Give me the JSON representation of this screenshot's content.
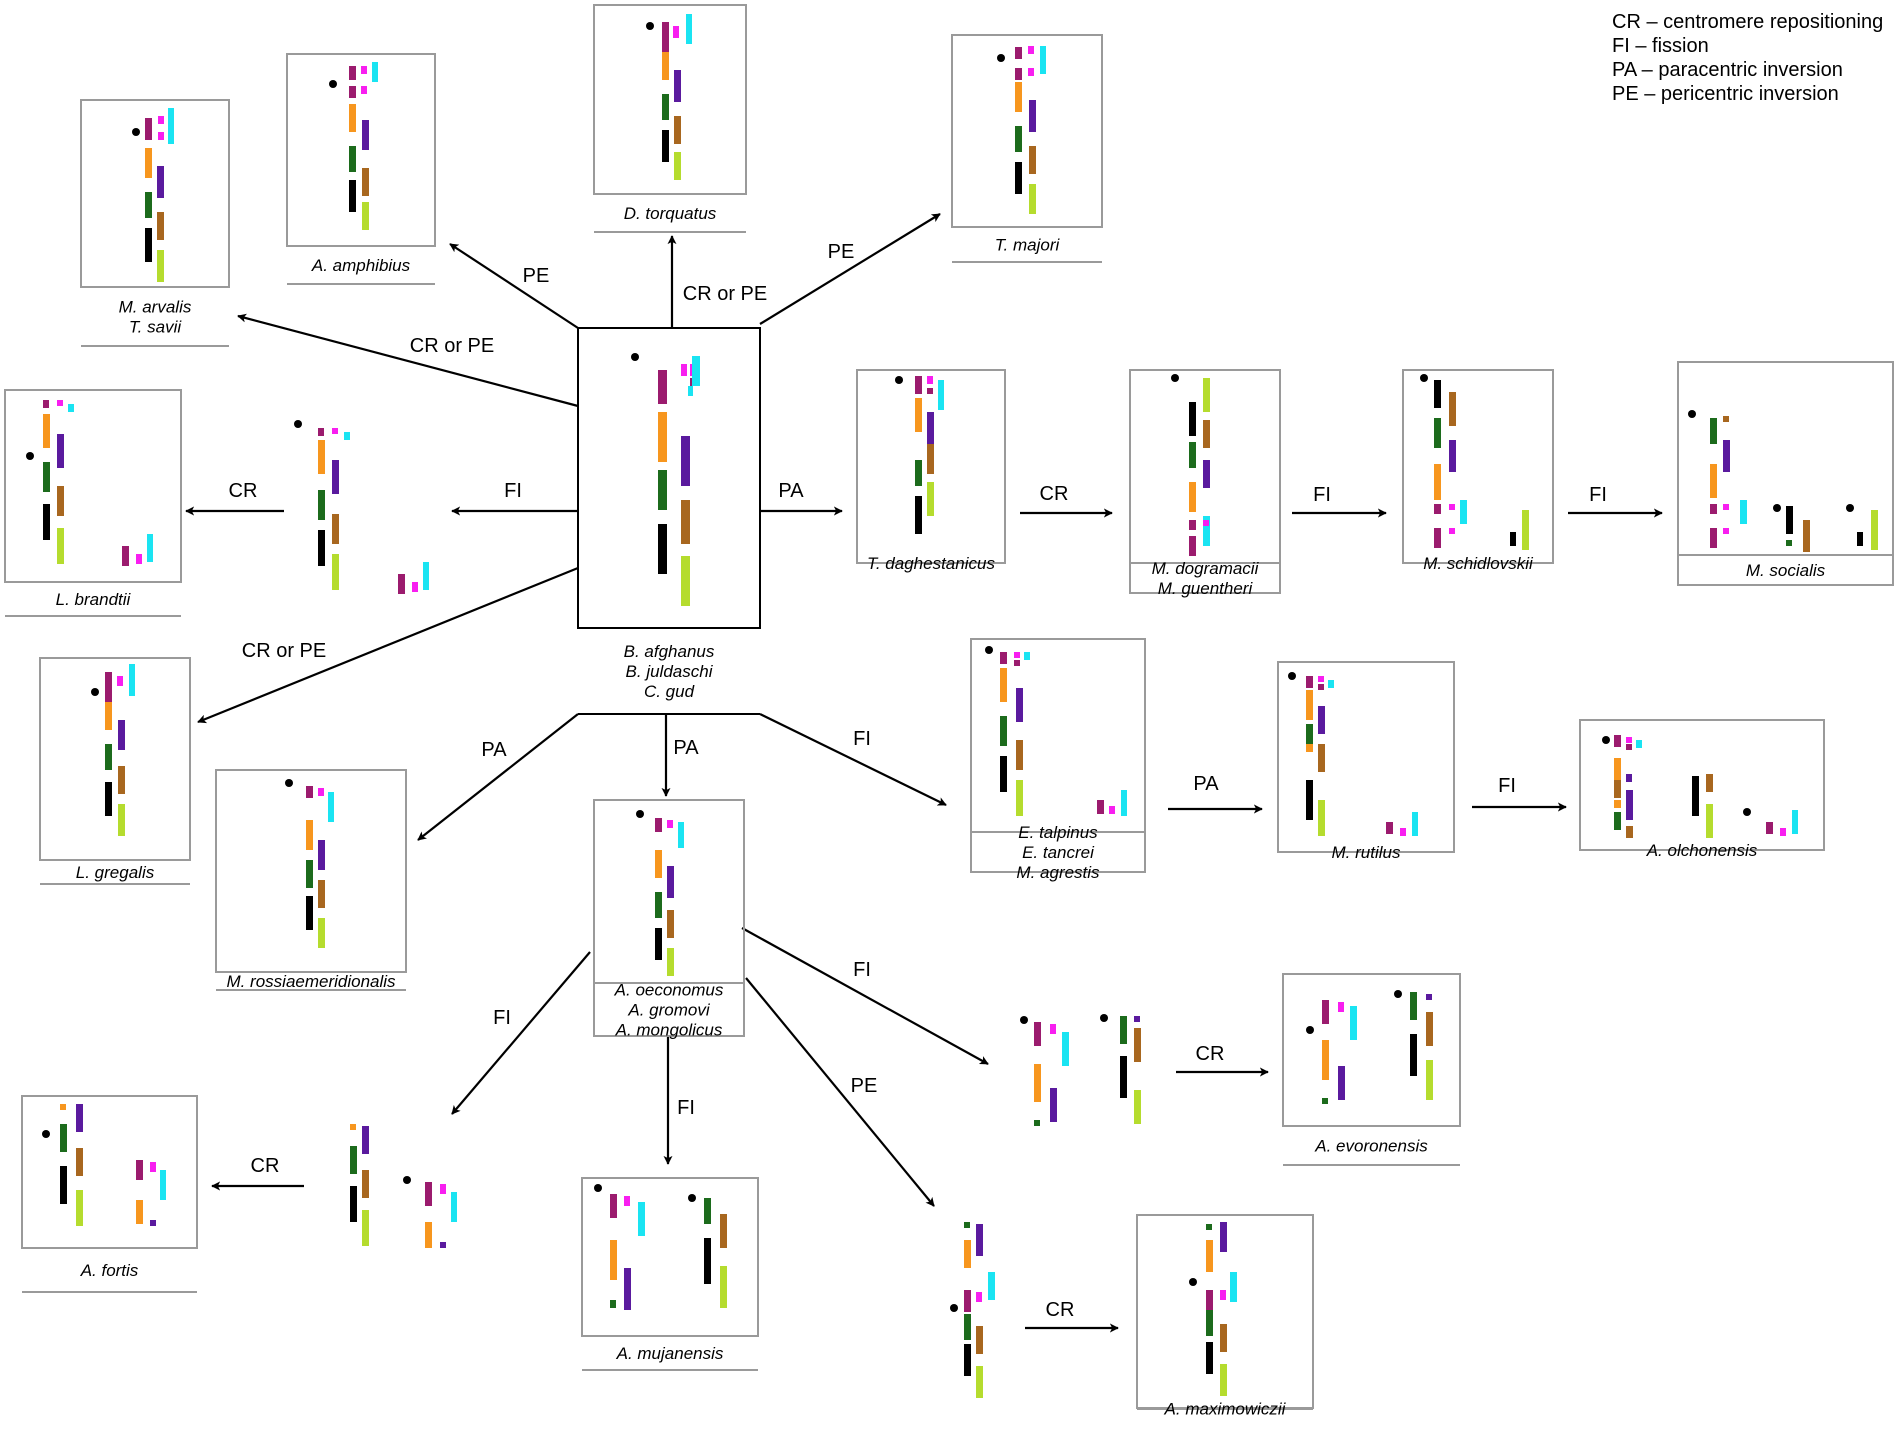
{
  "legend": [
    "CR – centromere repositioning",
    "FI – fission",
    "PA – paracentric inversion",
    "PE – pericentric inversion"
  ],
  "colors": {
    "a": "#9b1b6e",
    "b": "#f81ef0",
    "c": "#1ae4f2",
    "d": "#f7961e",
    "e": "#5a1a9e",
    "f": "#1c6b1c",
    "g": "#a8671f",
    "h": "#000000",
    "i": "#b5dc2e",
    "frame": "#9a9a9a",
    "line": "#000000"
  },
  "boxes": [
    {
      "id": "center",
      "labels": [
        "B. afghanus",
        "B. juldaschi",
        "C. gud"
      ]
    },
    {
      "id": "amphibius",
      "labels": [
        "A. amphibius"
      ]
    },
    {
      "id": "torquatus",
      "labels": [
        "D. torquatus"
      ]
    },
    {
      "id": "majori",
      "labels": [
        "T. majori"
      ]
    },
    {
      "id": "arvalis",
      "labels": [
        "M. arvalis",
        "T. savii"
      ]
    },
    {
      "id": "brandtii",
      "labels": [
        "L. brandtii"
      ]
    },
    {
      "id": "gregalis",
      "labels": [
        "L. gregalis"
      ]
    },
    {
      "id": "rossiae",
      "labels": [
        "M. rossiaemeridionalis"
      ]
    },
    {
      "id": "daghestanicus",
      "labels": [
        "T. daghestanicus"
      ]
    },
    {
      "id": "dogramacii",
      "labels": [
        "M. dogramacii",
        "M. guentheri"
      ]
    },
    {
      "id": "schidlovskii",
      "labels": [
        "M. schidlovskii"
      ]
    },
    {
      "id": "socialis",
      "labels": [
        "M. socialis"
      ]
    },
    {
      "id": "talpinus",
      "labels": [
        "E. talpinus",
        "E. tancrei",
        "M. agrestis"
      ]
    },
    {
      "id": "rutilus",
      "labels": [
        "M. rutilus"
      ]
    },
    {
      "id": "olchonensis",
      "labels": [
        "A. olchonensis"
      ]
    },
    {
      "id": "oeconomus",
      "labels": [
        "A. oeconomus",
        "A. gromovi",
        "A. mongolicus"
      ]
    },
    {
      "id": "evoronensis",
      "labels": [
        "A. evoronensis"
      ]
    },
    {
      "id": "fortis",
      "labels": [
        "A. fortis"
      ]
    },
    {
      "id": "mujanensis",
      "labels": [
        "A. mujanensis"
      ]
    },
    {
      "id": "maximowiczii",
      "labels": [
        "A. maximowiczii"
      ]
    }
  ],
  "arrows": [
    {
      "id": "center-amphibius",
      "label": "PE"
    },
    {
      "id": "center-torquatus",
      "label": "CR or PE"
    },
    {
      "id": "center-majori",
      "label": "PE"
    },
    {
      "id": "center-arvalis",
      "label": "CR or PE"
    },
    {
      "id": "center-fi-left",
      "label": "FI"
    },
    {
      "id": "fi-left-brandtii",
      "label": "CR"
    },
    {
      "id": "center-gregalis",
      "label": "CR or PE"
    },
    {
      "id": "center-rossiae",
      "label": "PA"
    },
    {
      "id": "center-oeconomus",
      "label": "PA"
    },
    {
      "id": "center-talpinus",
      "label": "FI"
    },
    {
      "id": "center-daghestanicus",
      "label": "PA"
    },
    {
      "id": "daghestanicus-dogramacii",
      "label": "CR"
    },
    {
      "id": "dogramacii-schidlovskii",
      "label": "FI"
    },
    {
      "id": "schidlovskii-socialis",
      "label": "FI"
    },
    {
      "id": "talpinus-rutilus",
      "label": "PA"
    },
    {
      "id": "rutilus-olchonensis",
      "label": "FI"
    },
    {
      "id": "oeconomus-fi-a",
      "label": "FI"
    },
    {
      "id": "fi-a-evoronensis",
      "label": "CR"
    },
    {
      "id": "oeconomus-fi-b",
      "label": "FI"
    },
    {
      "id": "fi-b-fortis",
      "label": "CR"
    },
    {
      "id": "oeconomus-mujanensis",
      "label": "FI"
    },
    {
      "id": "oeconomus-pe",
      "label": "PE"
    },
    {
      "id": "pe-maximowiczii",
      "label": "CR"
    }
  ]
}
